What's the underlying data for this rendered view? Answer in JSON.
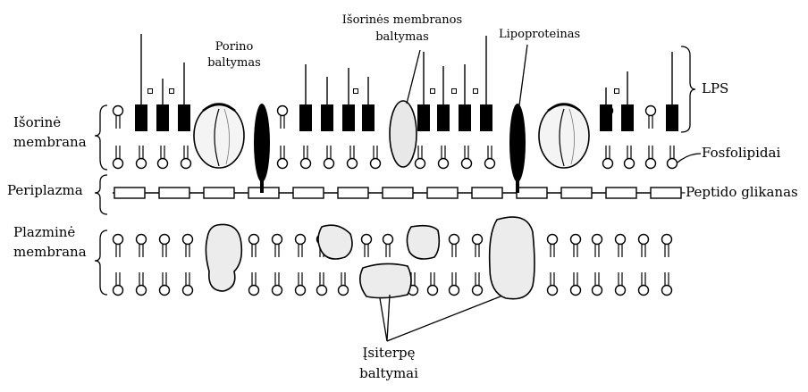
{
  "labels": {
    "outer_membrane_line1": "Išorinė",
    "outer_membrane_line2": "membrana",
    "periplasm": "Periplazma",
    "plasma_membrane_line1": "Plazminė",
    "plasma_membrane_line2": "membrana",
    "porin_line1": "Porino",
    "porin_line2": "baltymas",
    "omp_line1": "Išorinės membranos",
    "omp_line2": "baltymas",
    "lipoprotein": "Lipoproteinas",
    "lps": "LPS",
    "phospholipids": "Fosfolipidai",
    "peptidoglycan": "-Peptido glikanas",
    "integral_line1": "Įsiterpę",
    "integral_line2": "baltymai"
  }
}
